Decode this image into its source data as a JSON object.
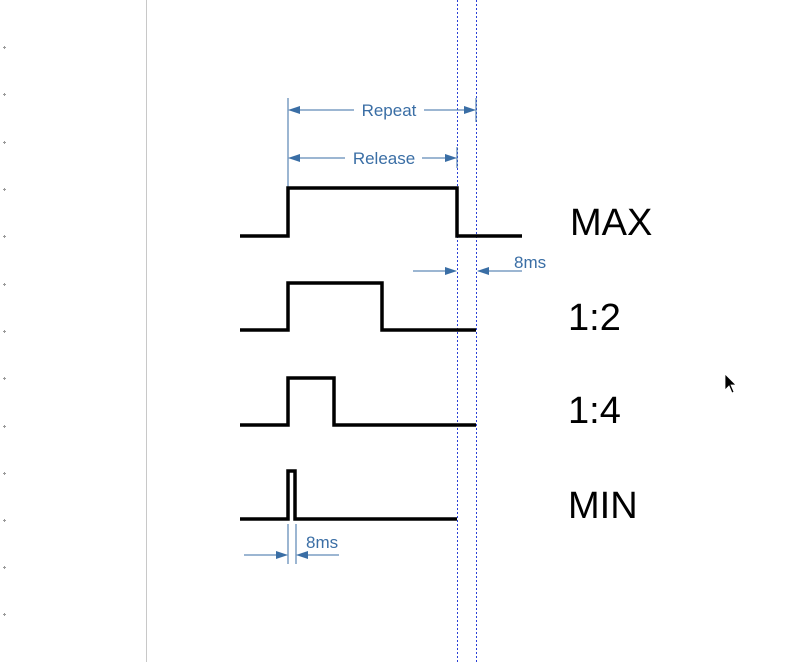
{
  "diagram": {
    "labels": {
      "repeat": "Repeat",
      "release": "Release",
      "gap_top": "8ms",
      "gap_bottom": "8ms"
    },
    "rows": [
      {
        "id": "max",
        "label": "MAX"
      },
      {
        "id": "half",
        "label": "1:2"
      },
      {
        "id": "quarter",
        "label": "1:4"
      },
      {
        "id": "min",
        "label": "MIN"
      }
    ],
    "colors": {
      "pulse": "#000000",
      "dimension": "#3a6ea5",
      "guide": "#2a3fd6",
      "panel_edge": "#c8c8c8"
    }
  }
}
